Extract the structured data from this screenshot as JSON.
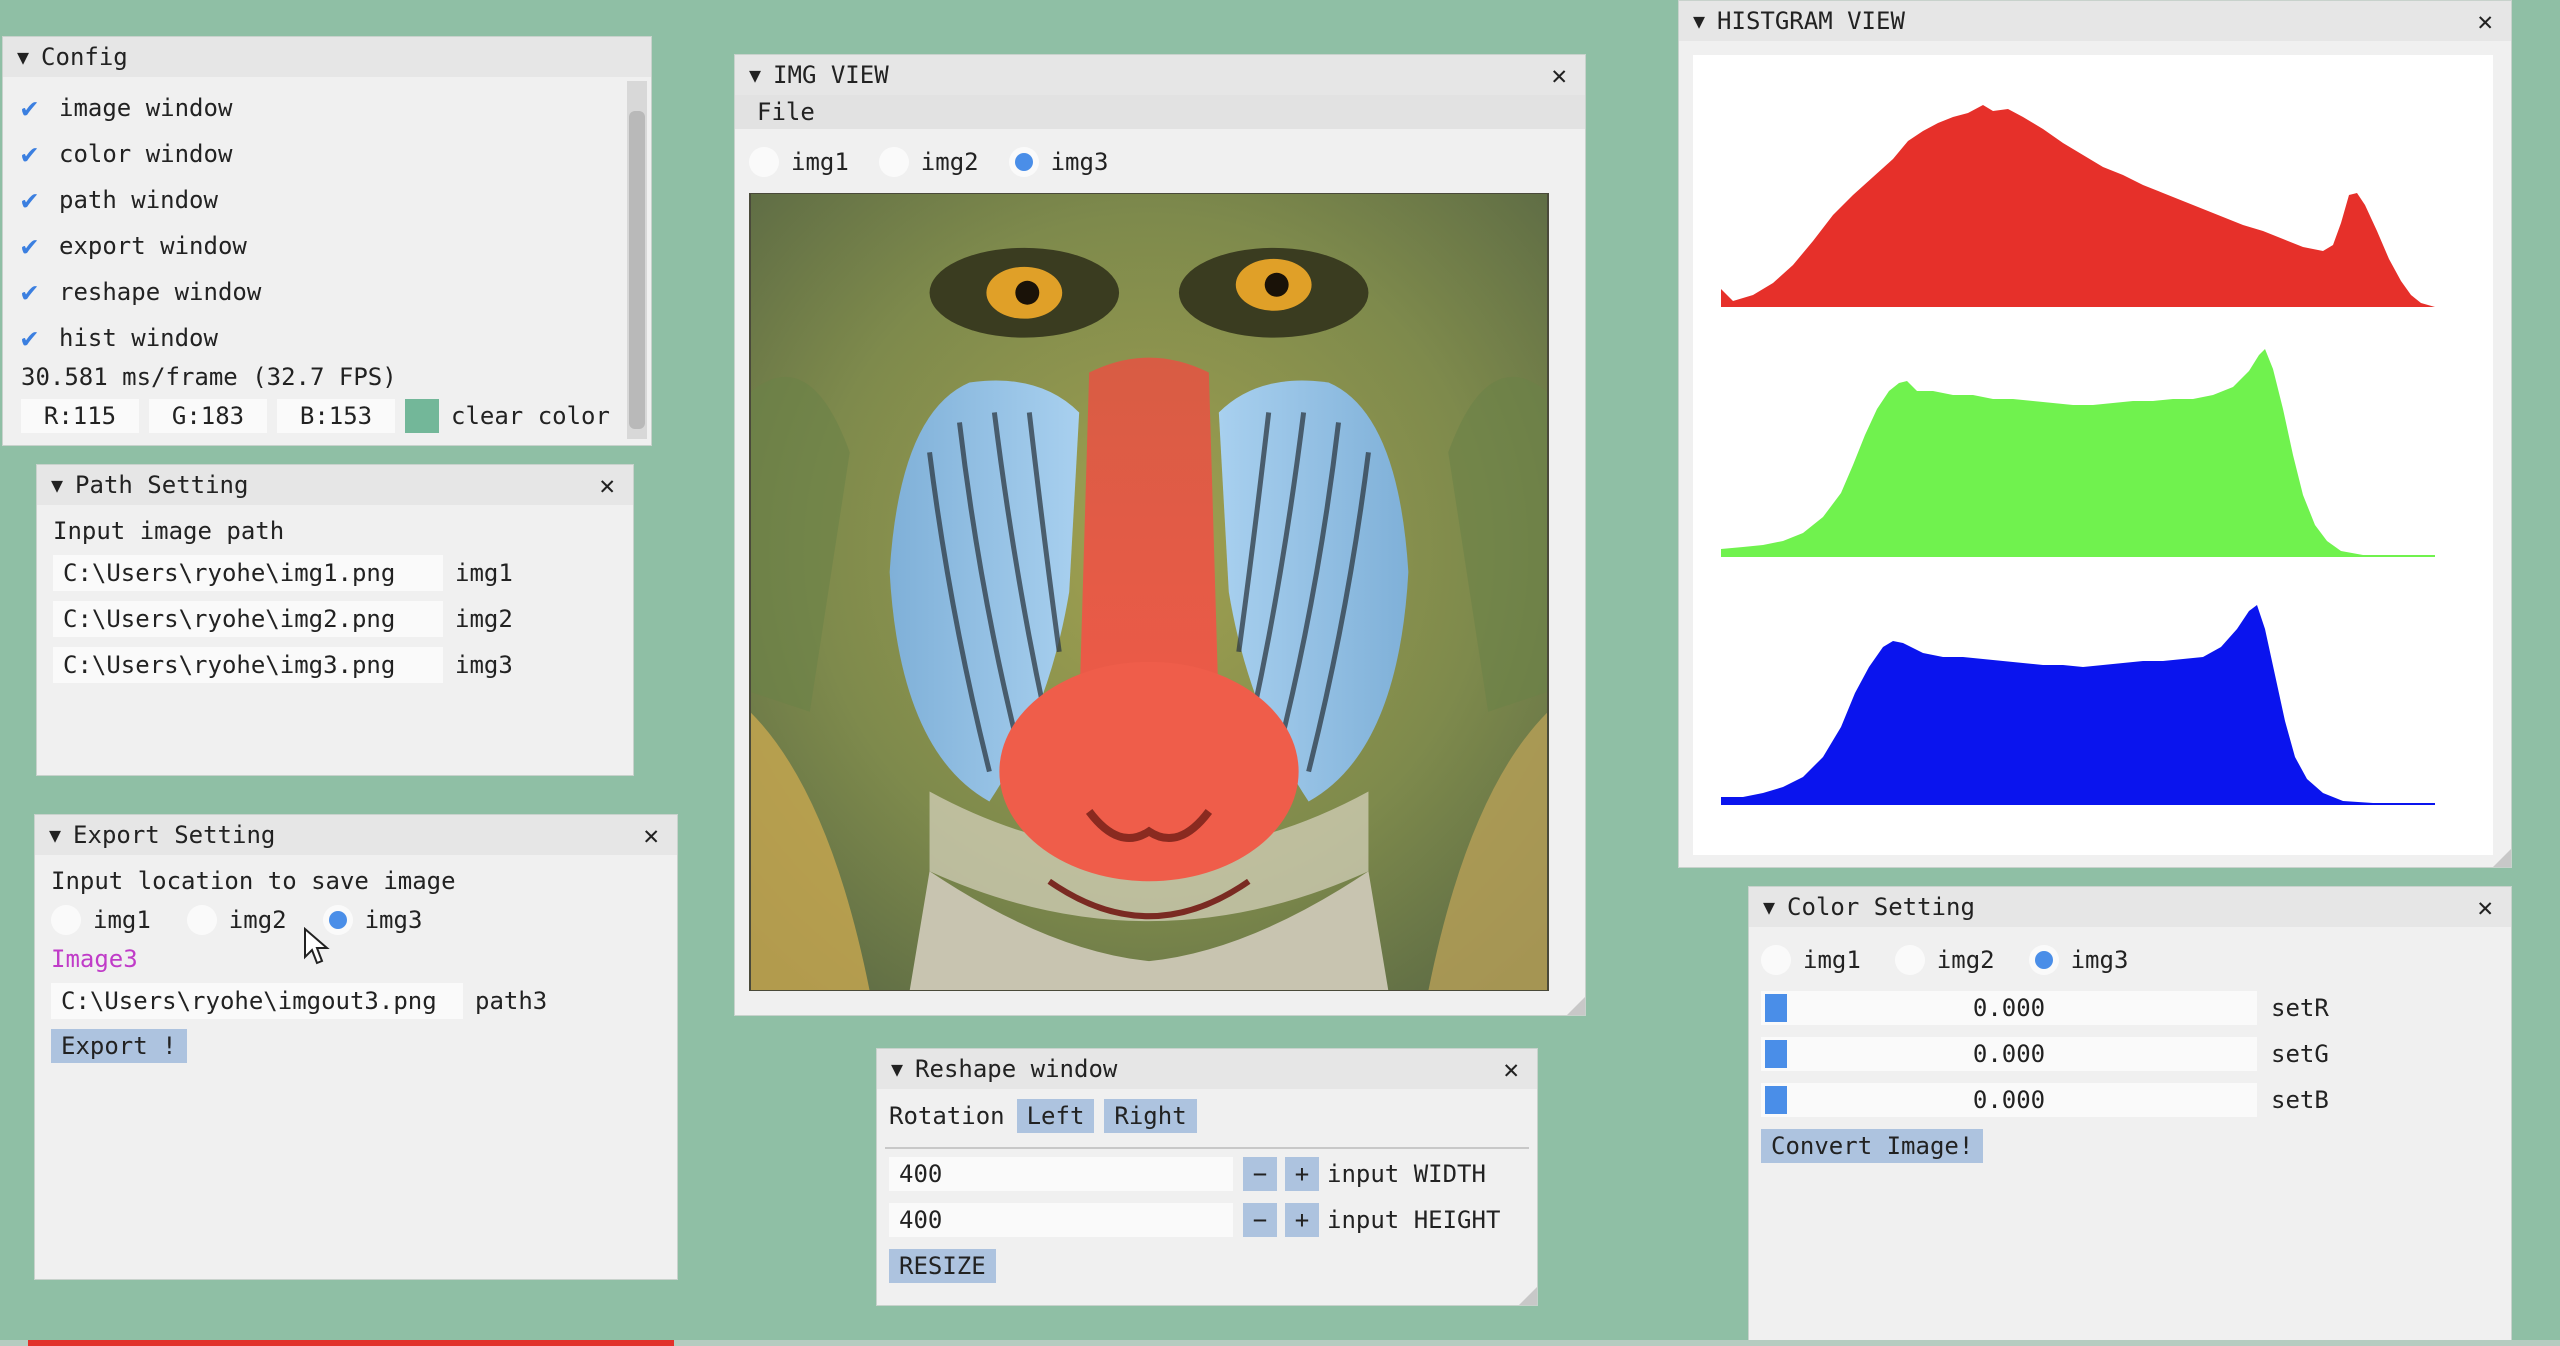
{
  "config": {
    "title": "Config",
    "checks": [
      "image window",
      "color window",
      "path window",
      "export window",
      "reshape window",
      "hist window"
    ],
    "fps": "30.581 ms/frame (32.7 FPS)",
    "r": "R:115",
    "g": "G:183",
    "b": "B:153",
    "clear_label": "clear color",
    "clear_hex": "#73b799"
  },
  "path": {
    "title": "Path Setting",
    "label": "Input image path",
    "rows": [
      {
        "value": "C:\\Users\\ryohe\\img1.png",
        "label": "img1"
      },
      {
        "value": "C:\\Users\\ryohe\\img2.png",
        "label": "img2"
      },
      {
        "value": "C:\\Users\\ryohe\\img3.png",
        "label": "img3"
      }
    ]
  },
  "export": {
    "title": "Export Setting",
    "label": "Input location to save image",
    "radios": [
      "img1",
      "img2",
      "img3"
    ],
    "selected_text": "Image3",
    "value": "C:\\Users\\ryohe\\imgout3.png",
    "path_label": "path3",
    "button": "Export !"
  },
  "imgview": {
    "title": "IMG VIEW",
    "menu": "File",
    "radios": [
      "img1",
      "img2",
      "img3"
    ]
  },
  "reshape": {
    "title": "Reshape window",
    "rotation_label": "Rotation",
    "left": "Left",
    "right": "Right",
    "width_value": "400",
    "height_value": "400",
    "minus": "−",
    "plus": "+",
    "width_label": "input WIDTH",
    "height_label": "input HEIGHT",
    "resize": "RESIZE"
  },
  "hist": {
    "title": "HISTGRAM VIEW"
  },
  "color": {
    "title": "Color Setting",
    "radios": [
      "img1",
      "img2",
      "img3"
    ],
    "sliders": [
      {
        "value": "0.000",
        "label": "setR"
      },
      {
        "value": "0.000",
        "label": "setG"
      },
      {
        "value": "0.000",
        "label": "setB"
      }
    ],
    "button": "Convert Image!"
  },
  "close_glyph": "✕",
  "collapse_glyph": "▼",
  "check_glyph": "✔"
}
